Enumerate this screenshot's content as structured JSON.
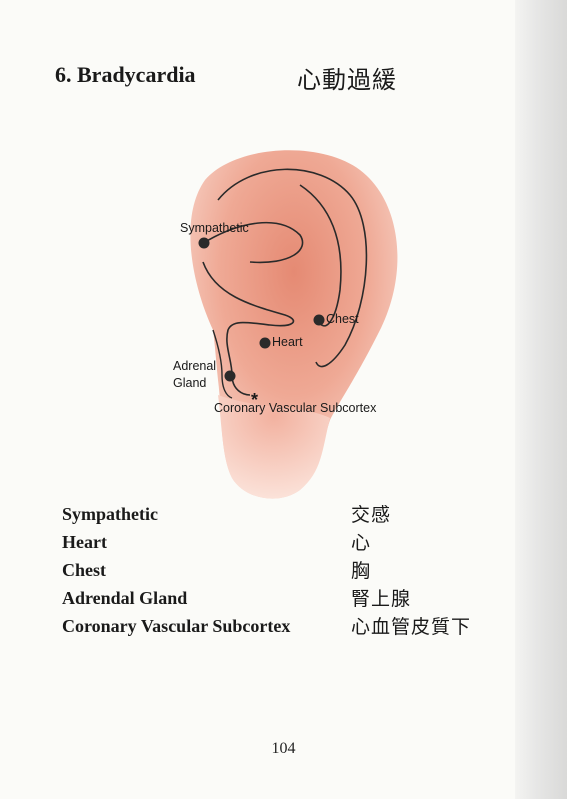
{
  "header": {
    "title": "6. Bradycardia",
    "title_cn": "心動過緩"
  },
  "diagram": {
    "labels": {
      "sympathetic": "Sympathetic",
      "chest": "Chest",
      "heart": "Heart",
      "adrenal_line1": "Adrenal",
      "adrenal_line2": "Gland",
      "coronary": "Coronary Vascular Subcortex",
      "asterisk": "*"
    },
    "colors": {
      "ear_skin": "#f3b9a8",
      "ear_deep": "#e8947e",
      "outline": "#2a2a2a",
      "point": "#2a2a2a"
    }
  },
  "legend": [
    {
      "en": "Sympathetic",
      "cn": "交感"
    },
    {
      "en": "Heart",
      "cn": "心"
    },
    {
      "en": "Chest",
      "cn": "胸"
    },
    {
      "en": "Adrendal Gland",
      "cn": "腎上腺"
    },
    {
      "en": "Coronary Vascular Subcortex",
      "cn": "心血管皮質下"
    }
  ],
  "footer": {
    "page_number": "104"
  }
}
